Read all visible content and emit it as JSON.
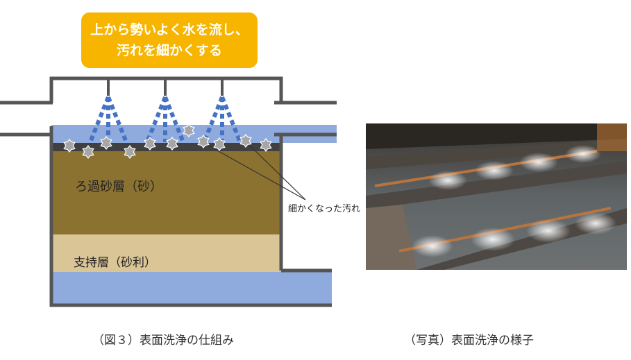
{
  "callout": {
    "line1": "上から勢いよく水を流し、",
    "line2": "汚れを細かくする"
  },
  "layers": {
    "filter_sand": "ろ過砂層（砂）",
    "support_gravel": "支持層（砂利）"
  },
  "annotation": "細かくなった汚れ",
  "captions": {
    "diagram": "（図３）表面洗浄の仕組み",
    "photo": "（写真）表面洗浄の様子"
  },
  "colors": {
    "callout": "#f7b500",
    "water": "#8faadc",
    "sand": "#8c7231",
    "gravel": "#d9c596",
    "wall": "#555555",
    "spray": "#4472c4",
    "dirt": "#a6a6a6"
  }
}
